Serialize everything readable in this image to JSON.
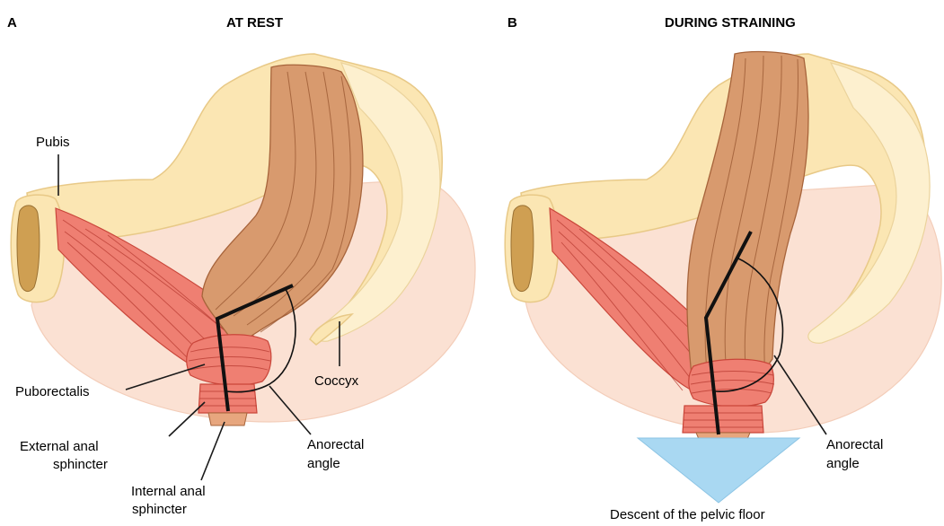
{
  "panel_a": {
    "letter": "A",
    "title": "AT REST",
    "labels": {
      "pubis": "Pubis",
      "puborectalis": "Puborectalis",
      "coccyx": "Coccyx",
      "external_sphincter_line1": "External anal",
      "external_sphincter_line2": "sphincter",
      "internal_sphincter_line1": "Internal anal",
      "internal_sphincter_line2": "sphincter",
      "anorectal_line1": "Anorectal",
      "anorectal_line2": "angle"
    }
  },
  "panel_b": {
    "letter": "B",
    "title": "DURING STRAINING",
    "labels": {
      "anorectal_line1": "Anorectal",
      "anorectal_line2": "angle",
      "descent": "Descent of the pelvic floor"
    }
  },
  "colors": {
    "bone": "#fbe6b3",
    "soft_tissue": "#fbe1d3",
    "rectum": "#d89a6e",
    "muscle": "#ef7f72",
    "arrow": "#a9d8f2"
  }
}
